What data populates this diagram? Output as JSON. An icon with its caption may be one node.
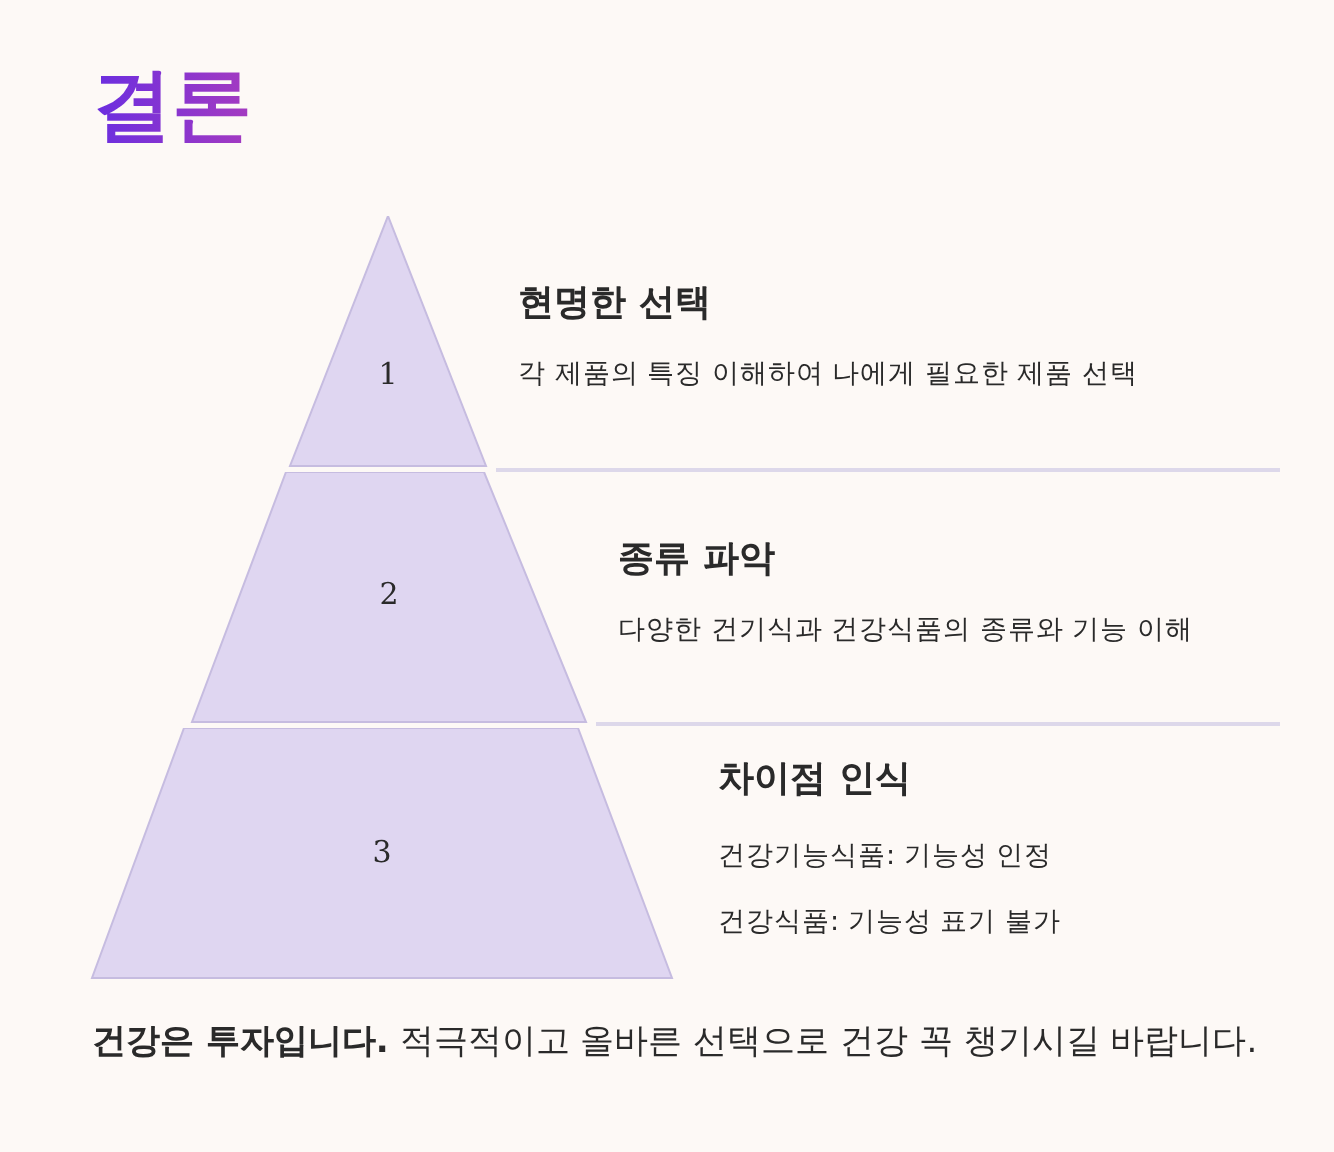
{
  "diagram": {
    "title": "결론",
    "nodes": [
      {
        "text": [
          "1"
        ],
        "beside": [
          "현명한 선택",
          "각 제품의 특징 이해하여 나에게 필요한 제품 선택"
        ]
      },
      {
        "text": [
          "2"
        ],
        "beside": [
          "종류 파악",
          "다양한 건기식과 건강식품의 종류와 기능 이해"
        ]
      },
      {
        "text": [
          "3"
        ],
        "beside": [
          "차이점 인식",
          "건강기능식품: 기능성 인정",
          "건강식품: 기능성 표기 불가"
        ]
      }
    ],
    "caption": "**건강은 투자입니다.** 적극적이고 올바른 선택으로 건강 꼭 챙기시길 바랍니다."
  }
}
